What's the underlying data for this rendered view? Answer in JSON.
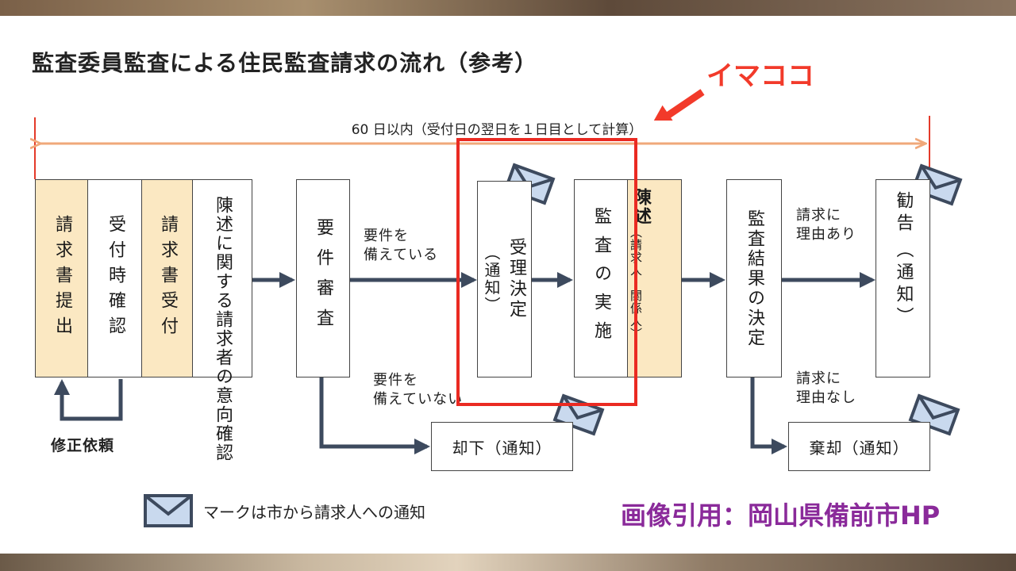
{
  "title": "監査委員監査による住民監査請求の流れ（参考）",
  "callout": "イマココ",
  "span_label": "60 日以内（受付日の翌日を１日目として計算）",
  "steps": {
    "seikyusho_teishutsu": "請求書提出",
    "uketsuke_kakunin": "受付時確認",
    "seikyusho_uketsuke": "請求書受付",
    "chinjutsu_ikou": "陳述に関する請求者の意向確認",
    "youken_shinsa": "要件審査",
    "juri_kettei": "受理決定",
    "juri_kettei_note": "（通知）",
    "kansa_jisshi": "監査の実施",
    "chinjutsu": "陳述",
    "chinjutsu_note": "（請求人・関係人）",
    "kansa_kekka": "監査結果の決定",
    "kankoku": "勧告",
    "kankoku_note": "（通知）",
    "kyakka": "却下（通知）",
    "kikyaku": "棄却（通知）"
  },
  "flow_labels": {
    "youken_ok": "要件を\n備えている",
    "youken_ng": "要件を\n備えていない",
    "riyuu_ari": "請求に\n理由あり",
    "riyuu_nashi": "請求に\n理由なし",
    "shusei_irai": "修正依頼"
  },
  "legend": "マークは市から請求人への通知",
  "credit": "画像引用：岡山県備前市HP",
  "colors": {
    "arrow": "#3d4a5e",
    "span_arrow": "#f0a87a",
    "tan": "#fbe8c2",
    "highlight": "#ea2a22",
    "callout": "#f23a2a",
    "credit": "#8a2a9a",
    "envelope_fill": "#c9d9ee"
  }
}
